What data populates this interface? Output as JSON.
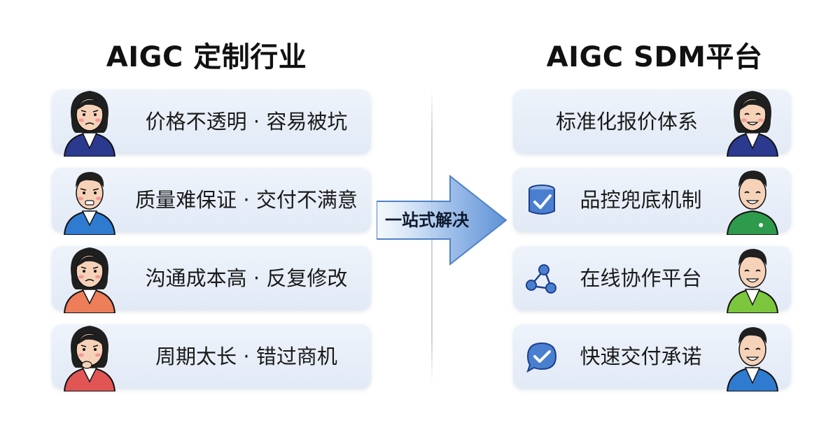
{
  "left": {
    "title": "AIGC 定制行业",
    "items": [
      {
        "text": "价格不透明 · 容易被坑",
        "avatar": "worried-woman-avatar"
      },
      {
        "text": "质量难保证 · 交付不满意",
        "avatar": "worried-man-avatar"
      },
      {
        "text": "沟通成本高 · 反复修改",
        "avatar": "worried-woman-avatar"
      },
      {
        "text": "周期太长 · 错过商机",
        "avatar": "worried-woman-avatar"
      }
    ]
  },
  "arrow": {
    "label": "一站式解决"
  },
  "right": {
    "title": "AIGC SDM平台",
    "items": [
      {
        "text": "标准化报价体系",
        "avatar": "smiling-woman-avatar",
        "icon": ""
      },
      {
        "text": "品控兜底机制",
        "avatar": "smiling-man-avatar",
        "icon": "checkmark-cylinder-icon"
      },
      {
        "text": "在线协作平台",
        "avatar": "smiling-man-avatar",
        "icon": "connected-nodes-icon"
      },
      {
        "text": "快速交付承诺",
        "avatar": "smiling-man-avatar",
        "icon": "chat-check-icon"
      }
    ]
  },
  "colors": {
    "card_bg": "#e6edf8",
    "arrow": "#6d9bd8",
    "accent_blue": "#2f5fb5"
  }
}
